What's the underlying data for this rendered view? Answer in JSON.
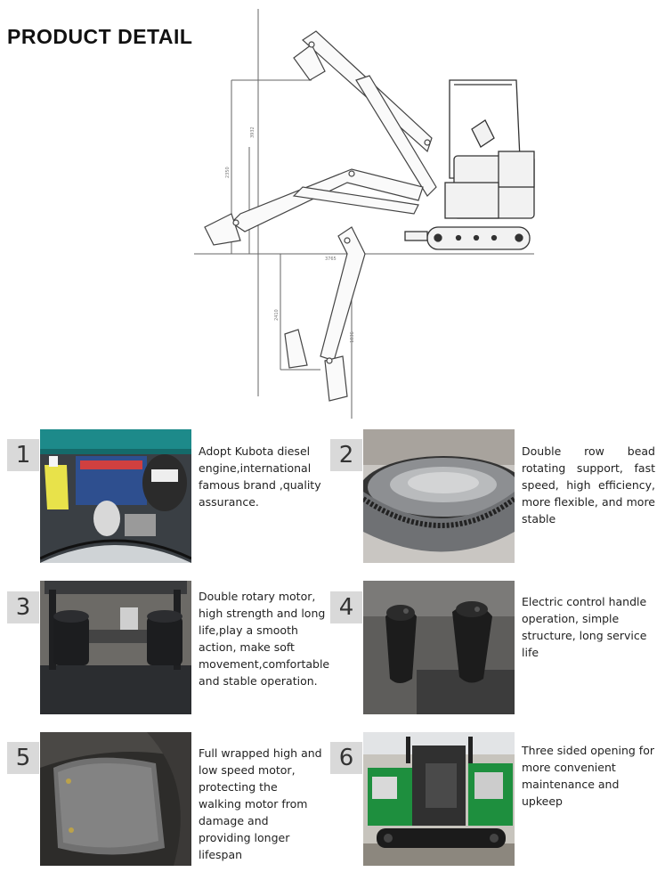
{
  "page": {
    "title": "PRODUCT DETAIL"
  },
  "features": [
    {
      "number": "1",
      "text": "Adopt Kubota diesel engine,international famous brand ,quality assurance."
    },
    {
      "number": "2",
      "text": "Double row bead rotating support, fast speed, high efficiency, more flexible, and more stable"
    },
    {
      "number": "3",
      "text": "Double rotary motor, high strength and long life,play a smooth action, make soft movement,comfortable and stable operation."
    },
    {
      "number": "4",
      "text": "Electric control handle operation, simple structure, long service life"
    },
    {
      "number": "5",
      "text": "Full wrapped high and low speed motor, protecting the walking motor from damage and providing longer lifespan"
    },
    {
      "number": "6",
      "text": "Three sided opening for more convenient maintenance and upkeep"
    }
  ],
  "colors": {
    "number_box": "#d9d9d9",
    "line_drawing": "#555555",
    "green_panel": "#1e8f3e",
    "teal_panel": "#1d8a8a"
  }
}
